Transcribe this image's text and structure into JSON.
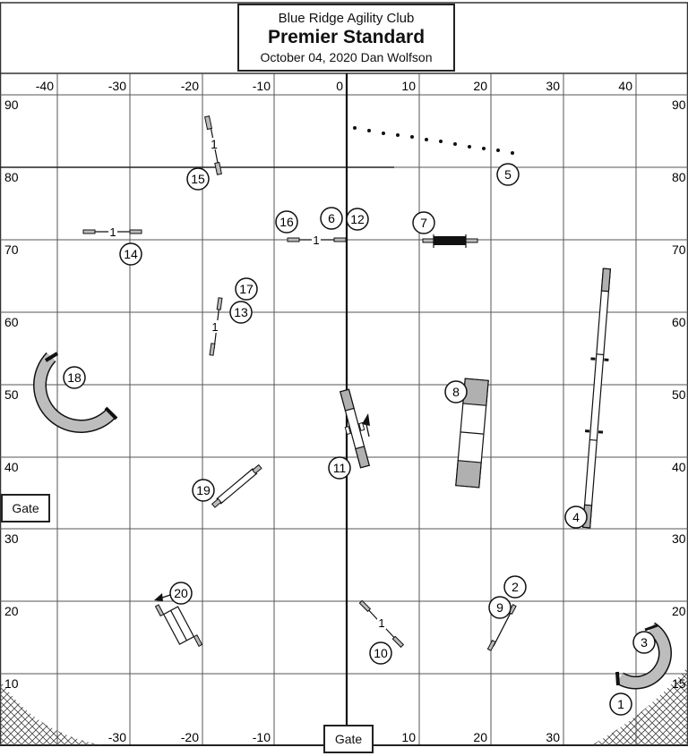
{
  "header": {
    "club": "Blue Ridge Agility Club",
    "course_name": "Premier Standard",
    "date_judge": "October 04, 2020  Dan Wolfson"
  },
  "axes": {
    "x_ticks_top": [
      "-40",
      "-30",
      "-20",
      "-10",
      "0",
      "10",
      "20",
      "30",
      "40"
    ],
    "x_ticks_bottom": [
      "-30",
      "-20",
      "-10",
      "10",
      "20",
      "30"
    ],
    "y_ticks_left": [
      "90",
      "80",
      "70",
      "60",
      "50",
      "40",
      "30",
      "20",
      "10"
    ],
    "y_ticks_right": [
      "90",
      "80",
      "70",
      "60",
      "50",
      "40",
      "30",
      "20",
      "15"
    ]
  },
  "gates": {
    "left": "Gate",
    "bottom": "Gate"
  },
  "obstacles": [
    {
      "number": "1",
      "type": "tunnel-curved-start"
    },
    {
      "number": "2",
      "type": "jump"
    },
    {
      "number": "3",
      "type": "tunnel-curved"
    },
    {
      "number": "4",
      "type": "dogwalk"
    },
    {
      "number": "5",
      "type": "weave-poles"
    },
    {
      "number": "6",
      "type": "jump"
    },
    {
      "number": "7",
      "type": "tire-jump"
    },
    {
      "number": "8",
      "type": "a-frame"
    },
    {
      "number": "9",
      "type": "jump"
    },
    {
      "number": "10",
      "type": "jump"
    },
    {
      "number": "11",
      "type": "teeter"
    },
    {
      "number": "12",
      "type": "jump"
    },
    {
      "number": "13",
      "type": "jump"
    },
    {
      "number": "14",
      "type": "jump"
    },
    {
      "number": "15",
      "type": "jump"
    },
    {
      "number": "16",
      "type": "jump"
    },
    {
      "number": "17",
      "type": "jump"
    },
    {
      "number": "18",
      "type": "tunnel-curved"
    },
    {
      "number": "19",
      "type": "jump"
    },
    {
      "number": "20",
      "type": "broad-jump"
    }
  ],
  "bar_labels": {
    "jump_15": "1",
    "jump_14": "1",
    "jump_16": "1",
    "jump_13": "1",
    "jump_10": "1"
  },
  "colors": {
    "grid": "#555555",
    "contact_zone": "#b0b0b0",
    "tunnel_fill": "#bdbdbd",
    "line": "#111111"
  }
}
